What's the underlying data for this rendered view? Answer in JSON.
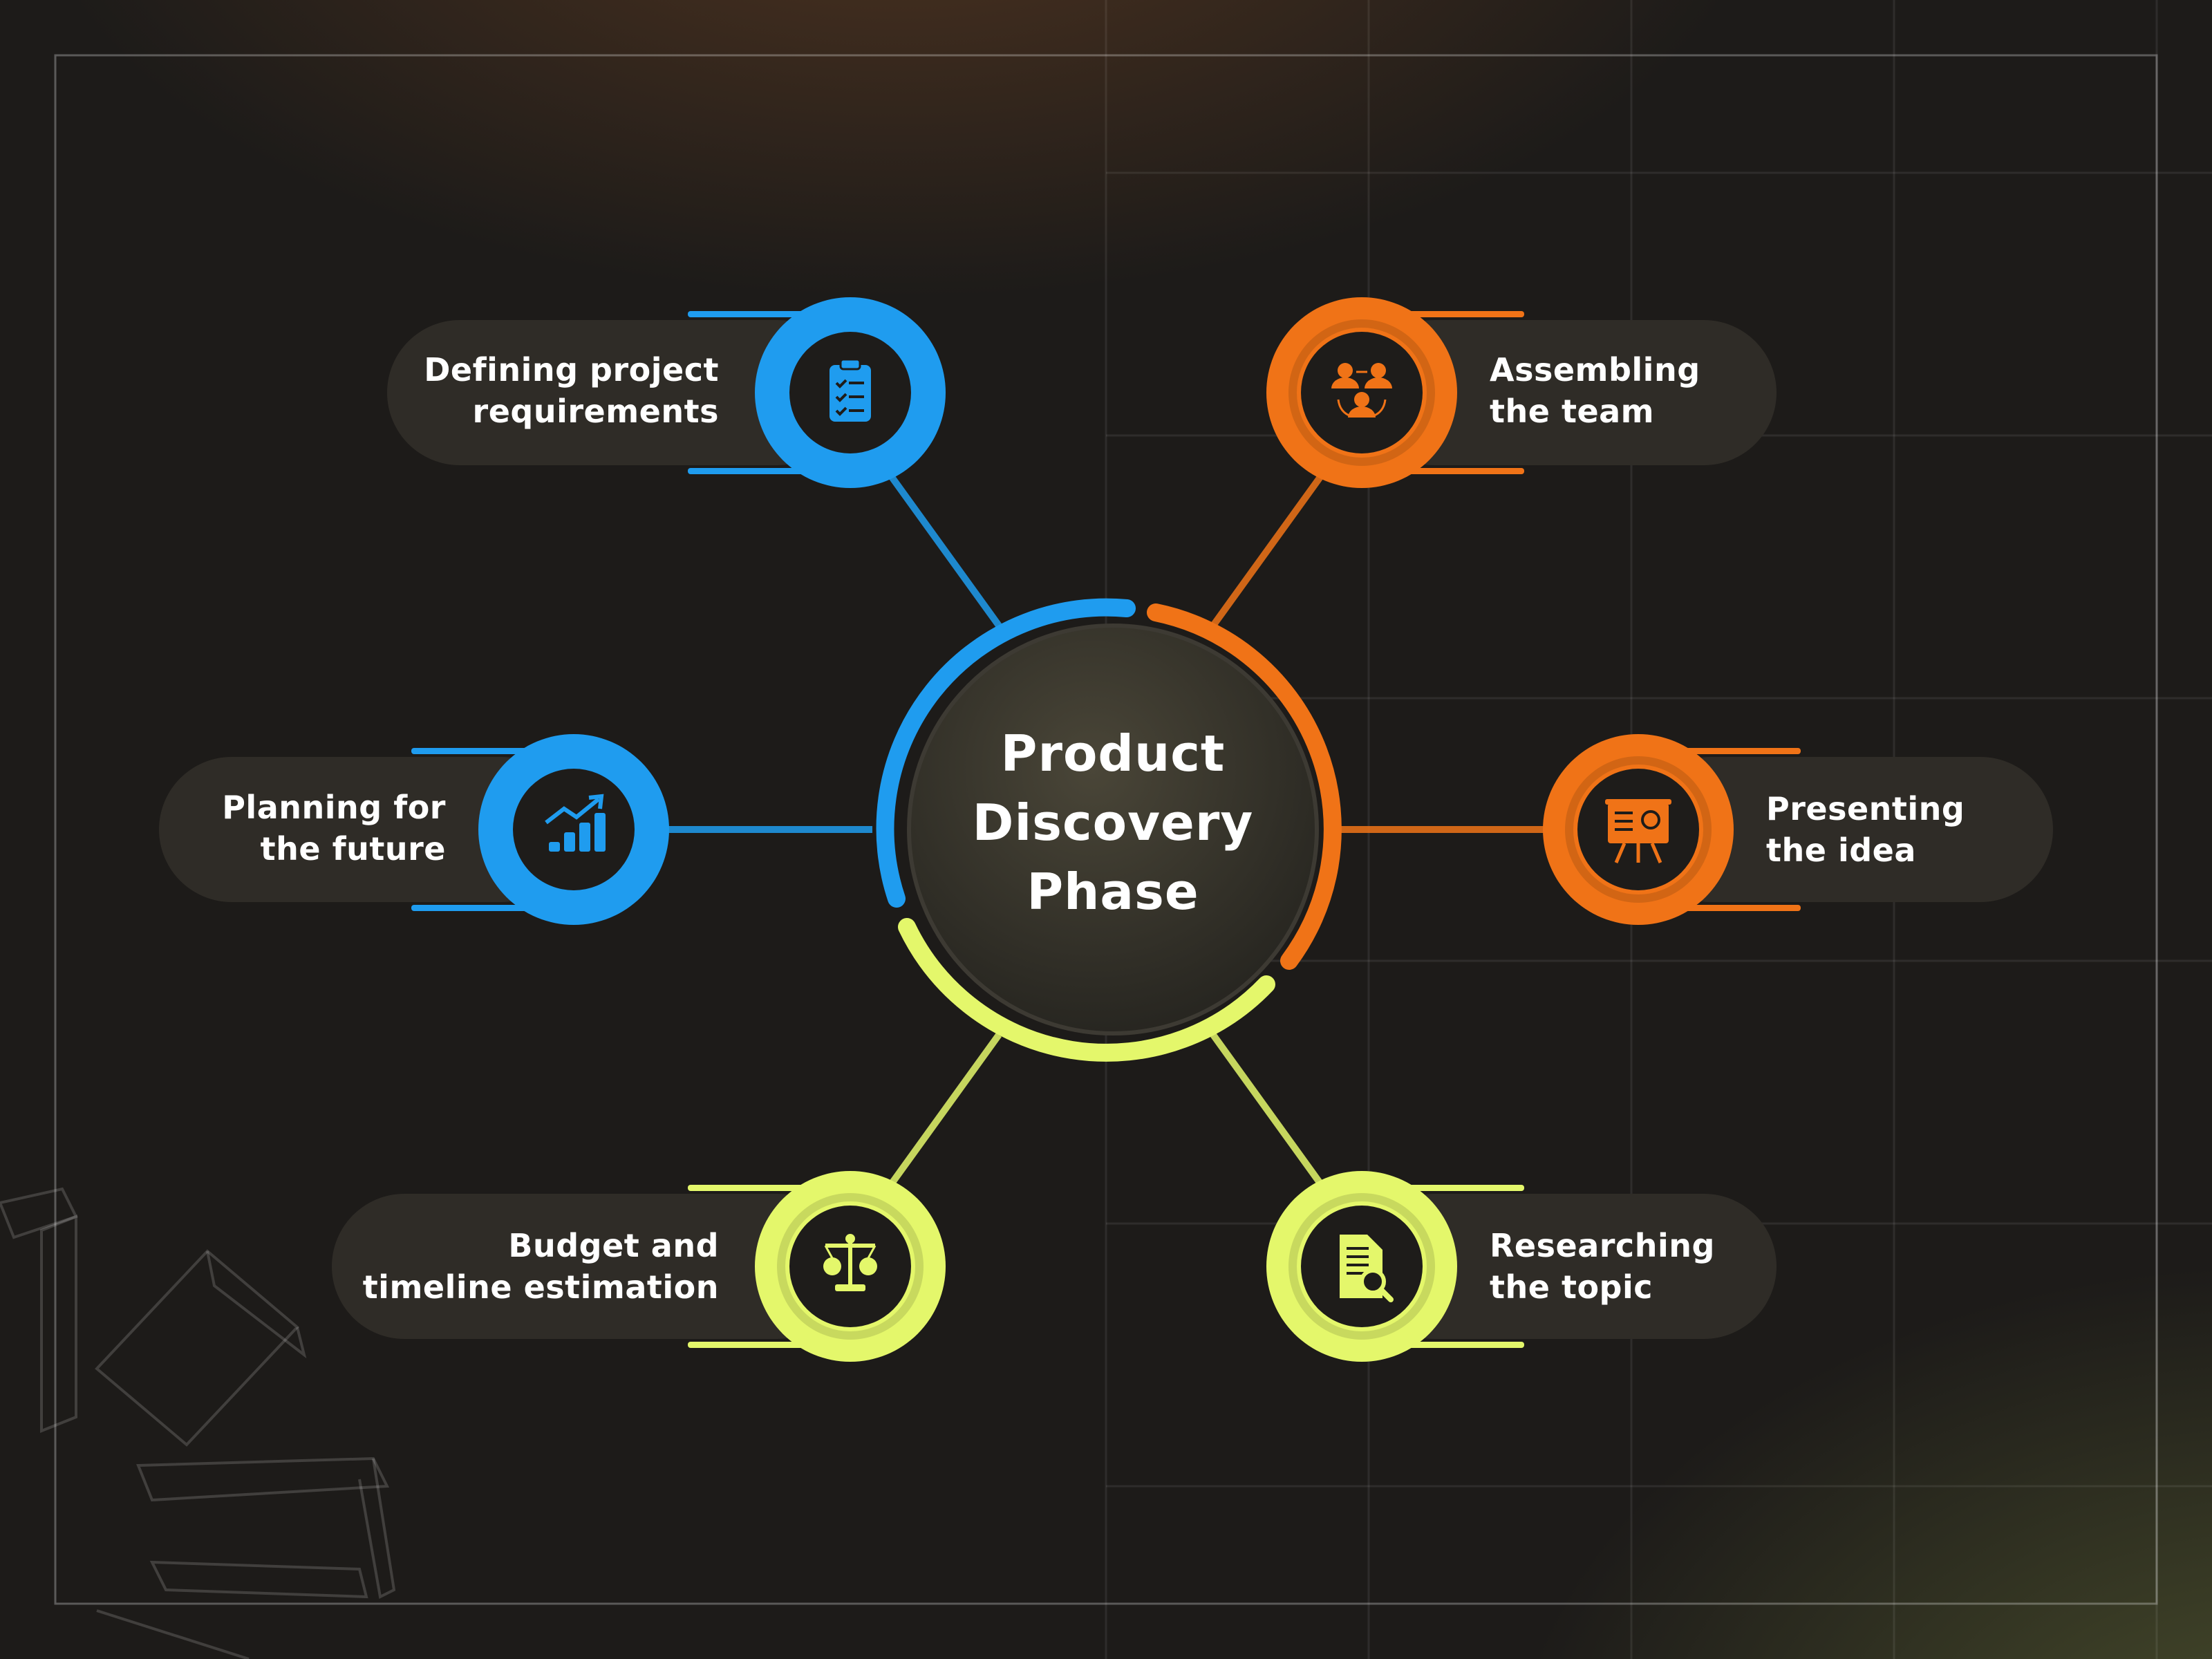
{
  "center": {
    "title_lines": [
      "Product",
      "Discovery",
      "Phase"
    ]
  },
  "colors": {
    "blue": "#1f9cef",
    "orange": "#f07317",
    "lime": "#e4f76b",
    "pill": "#2f2c27",
    "background": "#1d1b19"
  },
  "nodes": [
    {
      "id": "defining",
      "lines": [
        "Defining project",
        "requirements"
      ],
      "icon": "clipboard-checklist-icon",
      "color": "#1f9cef"
    },
    {
      "id": "planning",
      "lines": [
        "Planning for",
        "the future"
      ],
      "icon": "growth-chart-icon",
      "color": "#1f9cef"
    },
    {
      "id": "budget",
      "lines": [
        "Budget and",
        "timeline estimation"
      ],
      "icon": "balance-scale-icon",
      "color": "#e4f76b"
    },
    {
      "id": "assembling",
      "lines": [
        "Assembling",
        "the team"
      ],
      "icon": "team-icon",
      "color": "#f07317"
    },
    {
      "id": "presenting",
      "lines": [
        "Presenting",
        "the idea"
      ],
      "icon": "presentation-board-icon",
      "color": "#f07317"
    },
    {
      "id": "researching",
      "lines": [
        "Researching",
        "the topic"
      ],
      "icon": "document-search-icon",
      "color": "#e4f76b"
    }
  ]
}
